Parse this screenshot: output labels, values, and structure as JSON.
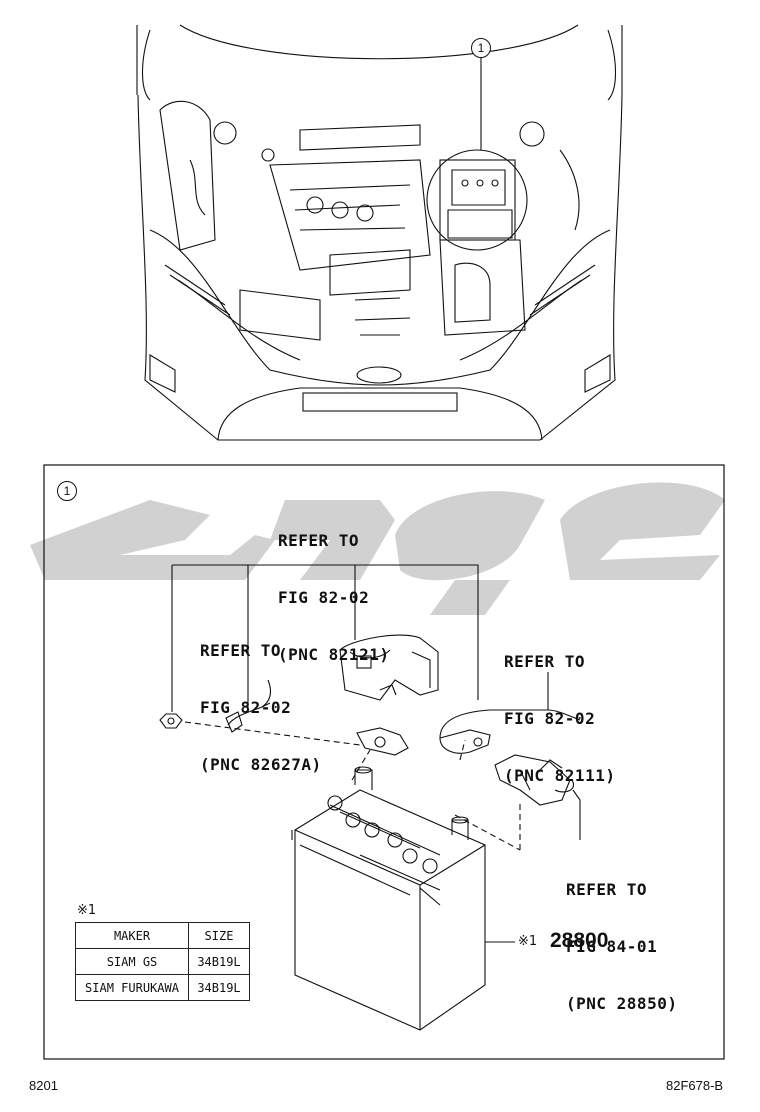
{
  "callouts": {
    "view_marker": "1",
    "detail_marker": "1"
  },
  "references": {
    "harness_clamp": {
      "line1": "REFER TO",
      "line2": "FIG 82-02",
      "line3": "(PNC 82121)"
    },
    "cable_ground": {
      "line1": "REFER TO",
      "line2": "FIG 82-02",
      "line3": "(PNC 82627A)"
    },
    "positive_cable": {
      "line1": "REFER TO",
      "line2": "FIG 82-02",
      "line3": "(PNC 82111)"
    },
    "sensor": {
      "line1": "REFER TO",
      "line2": "FIG 84-01",
      "line3": "(PNC 28850)"
    }
  },
  "battery": {
    "note_mark": "※1",
    "part_number": "28800"
  },
  "spec_table": {
    "note_mark": "※1",
    "headers": [
      "MAKER",
      "SIZE"
    ],
    "rows": [
      [
        "SIAM GS",
        "34B19L"
      ],
      [
        "SIAM FURUKAWA",
        "34B19L"
      ]
    ]
  },
  "footer": {
    "page_code": "8201",
    "figure_code": "82F678-B"
  },
  "colors": {
    "line": "#111111",
    "watermark": "#cfcfcf"
  }
}
